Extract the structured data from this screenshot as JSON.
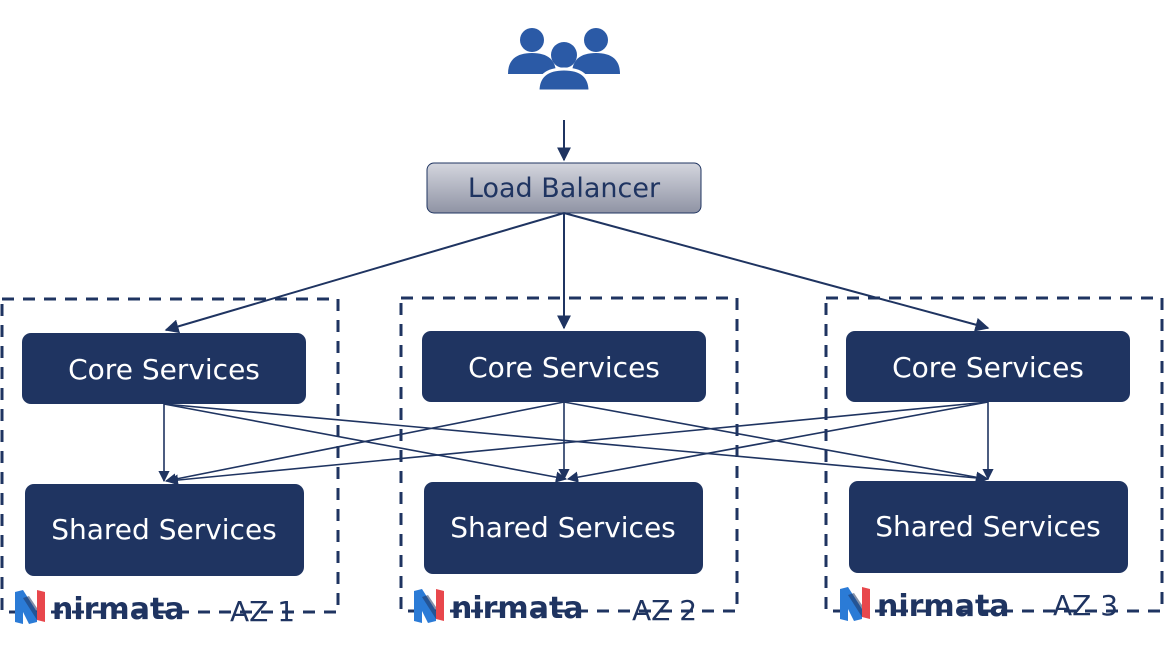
{
  "load_balancer": {
    "label": "Load Balancer"
  },
  "zones": [
    {
      "core_label": "Core Services",
      "shared_label": "Shared Services",
      "logo_text": "nirmata",
      "az_label": "AZ 1"
    },
    {
      "core_label": "Core Services",
      "shared_label": "Shared Services",
      "logo_text": "nirmata",
      "az_label": "AZ 2"
    },
    {
      "core_label": "Core Services",
      "shared_label": "Shared Services",
      "logo_text": "nirmata",
      "az_label": "AZ 3"
    }
  ],
  "icons": {
    "users": "users-group-icon",
    "logo": "nirmata-logo-icon"
  },
  "colors": {
    "node_fill": "#1f3461",
    "node_text": "#ffffff",
    "lb_fill": "#a8abb8",
    "lb_text": "#1f3461",
    "lines": "#1f3461",
    "users_icon": "#2b5aa6",
    "logo_blue": "#2b7bd6",
    "logo_red": "#e8474c",
    "logo_text": "#1f3461"
  }
}
